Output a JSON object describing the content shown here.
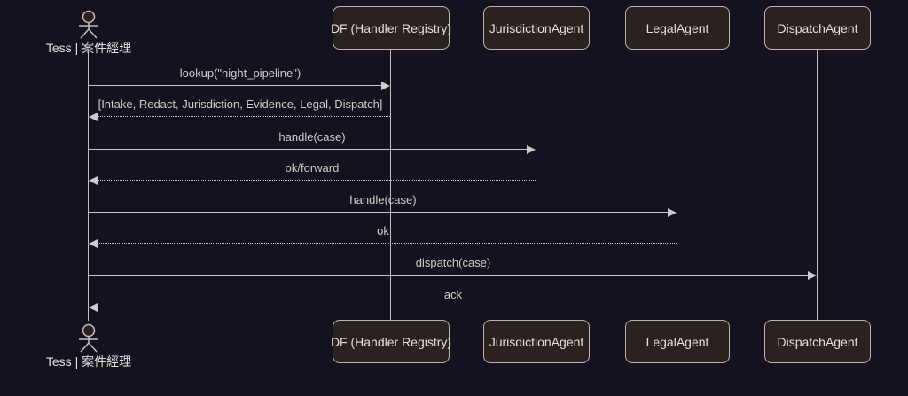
{
  "diagram_type": "sequence-diagram",
  "actor": {
    "name": "Tess | 案件經理"
  },
  "participants": [
    {
      "label": "DF (Handler Registry)"
    },
    {
      "label": "JurisdictionAgent"
    },
    {
      "label": "LegalAgent"
    },
    {
      "label": "DispatchAgent"
    }
  ],
  "messages": [
    {
      "from": "Tess | 案件經理",
      "to": "DF (Handler Registry)",
      "label": "lookup(\"night_pipeline\")",
      "style": "solid"
    },
    {
      "from": "DF (Handler Registry)",
      "to": "Tess | 案件經理",
      "label": "[Intake, Redact, Jurisdiction, Evidence, Legal, Dispatch]",
      "style": "dotted"
    },
    {
      "from": "Tess | 案件經理",
      "to": "JurisdictionAgent",
      "label": "handle(case)",
      "style": "solid"
    },
    {
      "from": "JurisdictionAgent",
      "to": "Tess | 案件經理",
      "label": "ok/forward",
      "style": "dotted"
    },
    {
      "from": "Tess | 案件經理",
      "to": "LegalAgent",
      "label": "handle(case)",
      "style": "solid"
    },
    {
      "from": "LegalAgent",
      "to": "Tess | 案件經理",
      "label": "ok",
      "style": "dotted"
    },
    {
      "from": "Tess | 案件經理",
      "to": "DispatchAgent",
      "label": "dispatch(case)",
      "style": "solid"
    },
    {
      "from": "DispatchAgent",
      "to": "Tess | 案件經理",
      "label": "ack",
      "style": "dotted"
    }
  ],
  "colors": {
    "background": "#15121f",
    "box_fill": "#2b2220",
    "box_border": "#bcb3ac",
    "text": "#e6e0dc",
    "line": "#c9c7c5"
  }
}
